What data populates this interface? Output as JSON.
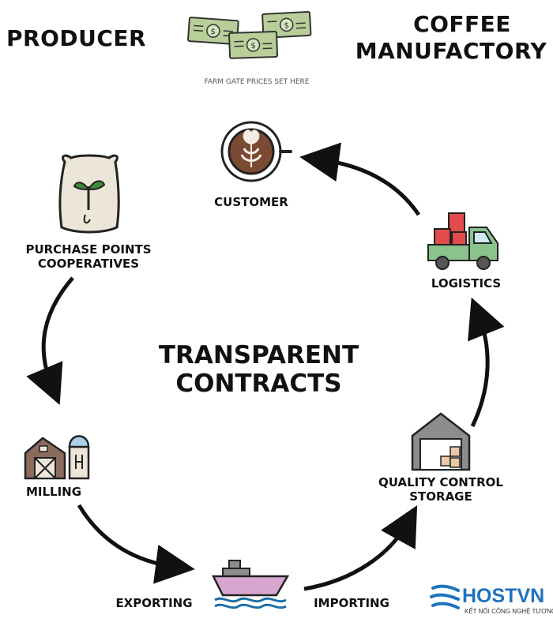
{
  "top": {
    "left_title": "PRODUCER",
    "right_title_line1": "COFFEE",
    "right_title_line2": "MANUFACTORY",
    "money_caption": "FARM GATE PRICES SET HERE"
  },
  "center": {
    "line1": "TRANSPARENT",
    "line2": "CONTRACTS"
  },
  "steps": {
    "customer": "CUSTOMER",
    "purchase_line1": "PURCHASE POINTS",
    "purchase_line2": "COOPERATIVES",
    "logistics": "LOGISTICS",
    "milling": "MILLING",
    "qc_line1": "QUALITY CONTROL",
    "qc_line2": "STORAGE",
    "exporting": "EXPORTING",
    "importing": "IMPORTING"
  },
  "brand": {
    "name": "HOSTVN",
    "tagline": "KẾT NỐI CÔNG NGHỆ TƯƠNG LAI"
  },
  "colors": {
    "money_green": "#b9cf9a",
    "sack": "#ece6d8",
    "barn": "#8a6b5e",
    "truck_green": "#8bc38c",
    "box_red": "#e24b4b",
    "ship_pink": "#d9a6cf",
    "brand_blue": "#1e73be"
  }
}
